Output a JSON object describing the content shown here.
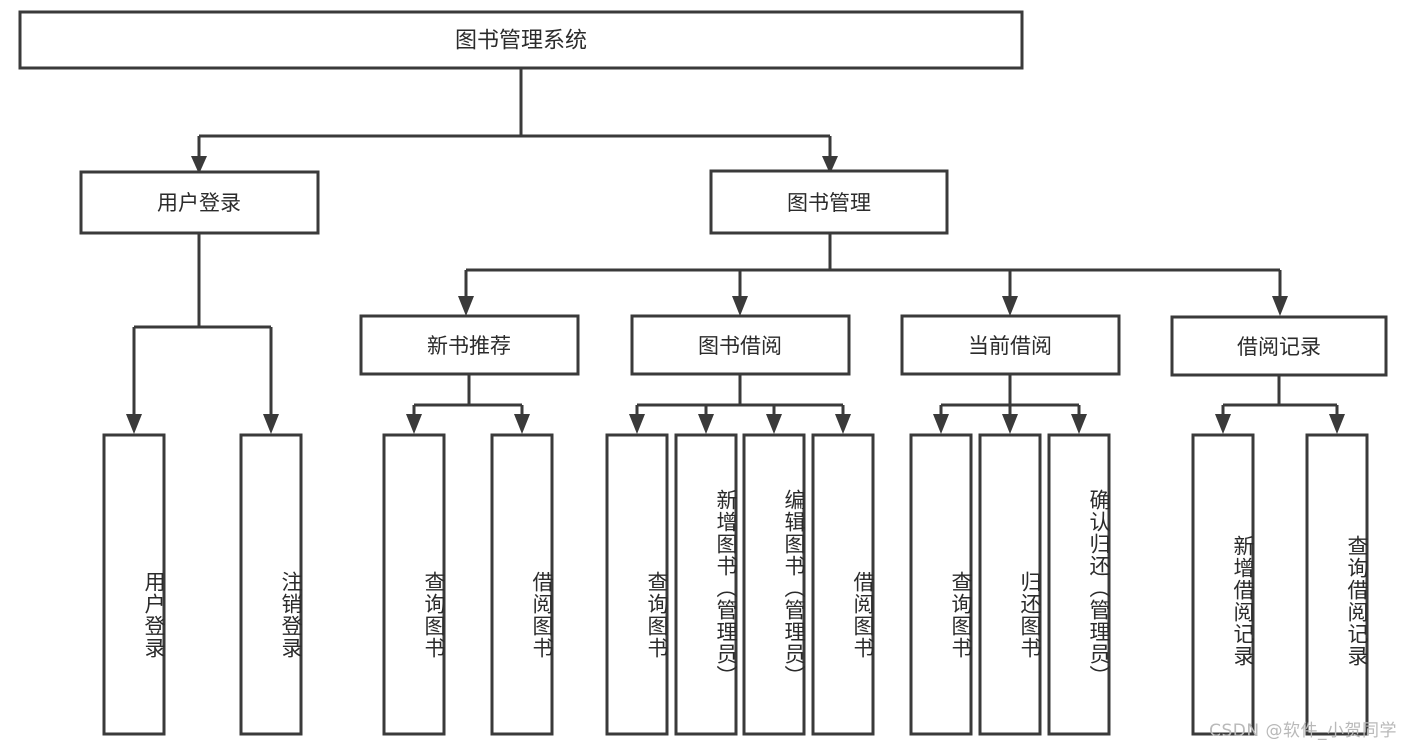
{
  "diagram": {
    "type": "tree-hierarchy",
    "title": "图书管理系统",
    "watermark": "CSDN @软件_小贺同学",
    "colors": {
      "stroke": "#3a3a3a",
      "fill": "#ffffff",
      "text": "#2b2b2b",
      "watermark": "#b9b9b9",
      "background": "#ffffff"
    },
    "root": {
      "label": "图书管理系统",
      "level": 0
    },
    "level2": [
      {
        "label": "用户登录",
        "level": 1
      },
      {
        "label": "图书管理",
        "level": 1
      }
    ],
    "level3": [
      {
        "label": "新书推荐",
        "level": 2,
        "parent": "图书管理"
      },
      {
        "label": "图书借阅",
        "level": 2,
        "parent": "图书管理"
      },
      {
        "label": "当前借阅",
        "level": 2,
        "parent": "图书管理"
      },
      {
        "label": "借阅记录",
        "level": 2,
        "parent": "图书管理"
      }
    ],
    "leaves": [
      {
        "label": "用户登录",
        "parent": "用户登录",
        "group": 1
      },
      {
        "label": "注销登录",
        "parent": "用户登录",
        "group": 1
      },
      {
        "label": "查询图书",
        "parent": "新书推荐",
        "group": 2
      },
      {
        "label": "借阅图书",
        "parent": "新书推荐",
        "group": 2
      },
      {
        "label": "查询图书",
        "parent": "图书借阅",
        "group": 3
      },
      {
        "label": "新增图书（管理员）",
        "parent": "图书借阅",
        "group": 3
      },
      {
        "label": "编辑图书（管理员）",
        "parent": "图书借阅",
        "group": 3
      },
      {
        "label": "借阅图书",
        "parent": "图书借阅",
        "group": 3
      },
      {
        "label": "查询图书",
        "parent": "当前借阅",
        "group": 4
      },
      {
        "label": "归还图书",
        "parent": "当前借阅",
        "group": 4
      },
      {
        "label": "确认归还（管理员）",
        "parent": "当前借阅",
        "group": 4
      },
      {
        "label": "新增借阅记录",
        "parent": "借阅记录",
        "group": 5
      },
      {
        "label": "查询借阅记录",
        "parent": "借阅记录",
        "group": 5
      }
    ]
  }
}
